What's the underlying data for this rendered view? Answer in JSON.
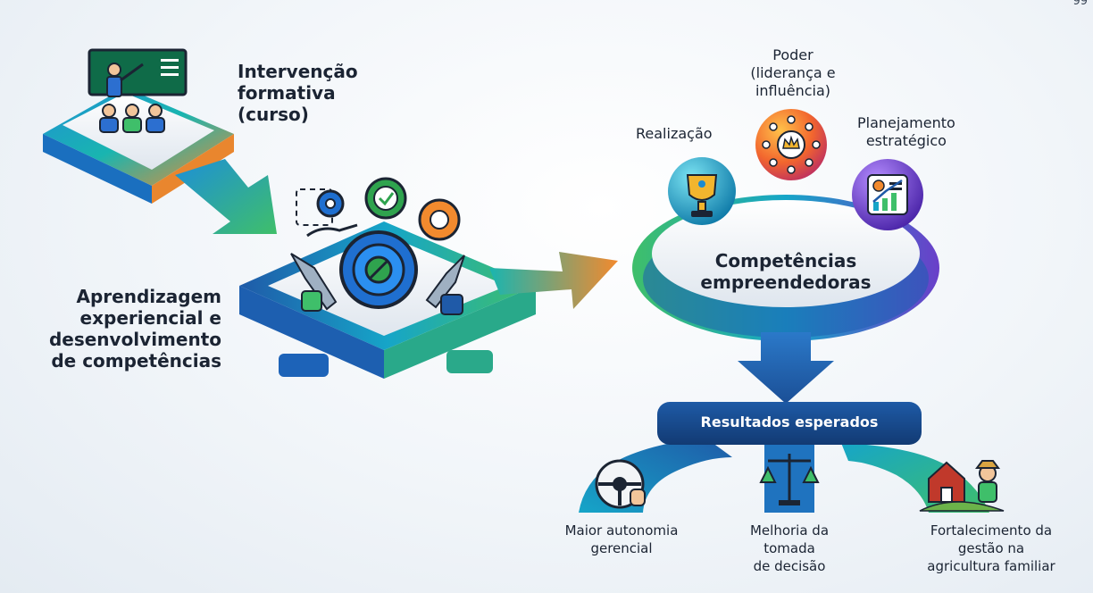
{
  "corner_text": "99",
  "steps": {
    "course": "Intervenção\nformativa\n(curso)",
    "learning": "Aprendizagem\nexperiencial e\ndesenvolvimento\nde competências"
  },
  "competencies": {
    "title": "Competências\nempreendedoras",
    "items": [
      {
        "label": "Realização",
        "icon": "trophy-icon",
        "color": "#16a5c8"
      },
      {
        "label": "Poder\n(liderança e\ninfluência)",
        "icon": "crown-network-icon",
        "color": "#f26a2e"
      },
      {
        "label": "Planejamento\nestratégico",
        "icon": "growth-chart-icon",
        "color": "#6a3fc9"
      }
    ]
  },
  "results": {
    "title": "Resultados esperados",
    "items": [
      {
        "label": "Maior autonomia\ngerencial",
        "icon": "steering-wheel-icon"
      },
      {
        "label": "Melhoria da\ntomada\nde decisão",
        "icon": "balance-scale-icon"
      },
      {
        "label": "Fortalecimento da\ngestão na\nagricultura familiar",
        "icon": "farm-icon"
      }
    ]
  },
  "colors": {
    "teal": "#16b3c7",
    "green": "#3fbf6a",
    "orange": "#f28a2e",
    "blue": "#1f5aa8",
    "navy": "#123a73",
    "purple": "#6a3fc9"
  }
}
